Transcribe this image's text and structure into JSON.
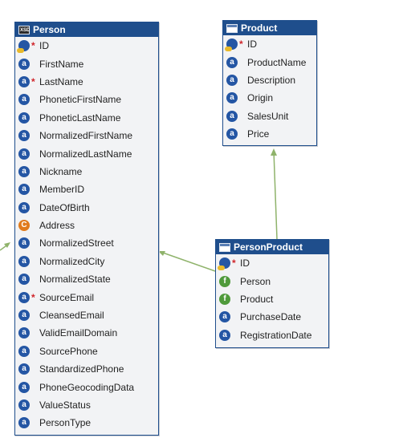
{
  "entities": {
    "person": {
      "title": "Person",
      "header_icon": "xsd-icon",
      "fields": [
        {
          "name": "ID",
          "icon": "key-icon",
          "required": true
        },
        {
          "name": "FirstName",
          "icon": "attribute-icon",
          "required": false
        },
        {
          "name": "LastName",
          "icon": "attribute-icon",
          "required": true
        },
        {
          "name": "PhoneticFirstName",
          "icon": "attribute-icon",
          "required": false
        },
        {
          "name": "PhoneticLastName",
          "icon": "attribute-icon",
          "required": false
        },
        {
          "name": "NormalizedFirstName",
          "icon": "attribute-icon",
          "required": false
        },
        {
          "name": "NormalizedLastName",
          "icon": "attribute-icon",
          "required": false
        },
        {
          "name": "Nickname",
          "icon": "attribute-icon",
          "required": false
        },
        {
          "name": "MemberID",
          "icon": "attribute-icon",
          "required": false
        },
        {
          "name": "DateOfBirth",
          "icon": "attribute-icon",
          "required": false
        },
        {
          "name": "Address",
          "icon": "complex-icon",
          "required": false
        },
        {
          "name": "NormalizedStreet",
          "icon": "attribute-icon",
          "required": false
        },
        {
          "name": "NormalizedCity",
          "icon": "attribute-icon",
          "required": false
        },
        {
          "name": "NormalizedState",
          "icon": "attribute-icon",
          "required": false
        },
        {
          "name": "SourceEmail",
          "icon": "attribute-icon",
          "required": true
        },
        {
          "name": "CleansedEmail",
          "icon": "attribute-icon",
          "required": false
        },
        {
          "name": "ValidEmailDomain",
          "icon": "attribute-icon",
          "required": false
        },
        {
          "name": "SourcePhone",
          "icon": "attribute-icon",
          "required": false
        },
        {
          "name": "StandardizedPhone",
          "icon": "attribute-icon",
          "required": false
        },
        {
          "name": "PhoneGeocodingData",
          "icon": "attribute-icon",
          "required": false
        },
        {
          "name": "ValueStatus",
          "icon": "attribute-icon",
          "required": false
        },
        {
          "name": "PersonType",
          "icon": "attribute-icon",
          "required": false
        }
      ]
    },
    "product": {
      "title": "Product",
      "header_icon": "table-icon",
      "fields": [
        {
          "name": "ID",
          "icon": "key-icon",
          "required": true
        },
        {
          "name": "ProductName",
          "icon": "attribute-icon",
          "required": false
        },
        {
          "name": "Description",
          "icon": "attribute-icon",
          "required": false
        },
        {
          "name": "Origin",
          "icon": "attribute-icon",
          "required": false
        },
        {
          "name": "SalesUnit",
          "icon": "attribute-icon",
          "required": false
        },
        {
          "name": "Price",
          "icon": "attribute-icon",
          "required": false
        }
      ]
    },
    "personproduct": {
      "title": "PersonProduct",
      "header_icon": "table-icon",
      "fields": [
        {
          "name": "ID",
          "icon": "key-icon",
          "required": true
        },
        {
          "name": "Person",
          "icon": "foreign-key-icon",
          "required": false
        },
        {
          "name": "Product",
          "icon": "foreign-key-icon",
          "required": false
        },
        {
          "name": "PurchaseDate",
          "icon": "attribute-icon",
          "required": false
        },
        {
          "name": "RegistrationDate",
          "icon": "attribute-icon",
          "required": false
        }
      ]
    }
  },
  "colors": {
    "header": "#1f4e8c",
    "body": "#f2f3f5",
    "connector": "#8fb36b",
    "required_mark": "#d0252b"
  }
}
